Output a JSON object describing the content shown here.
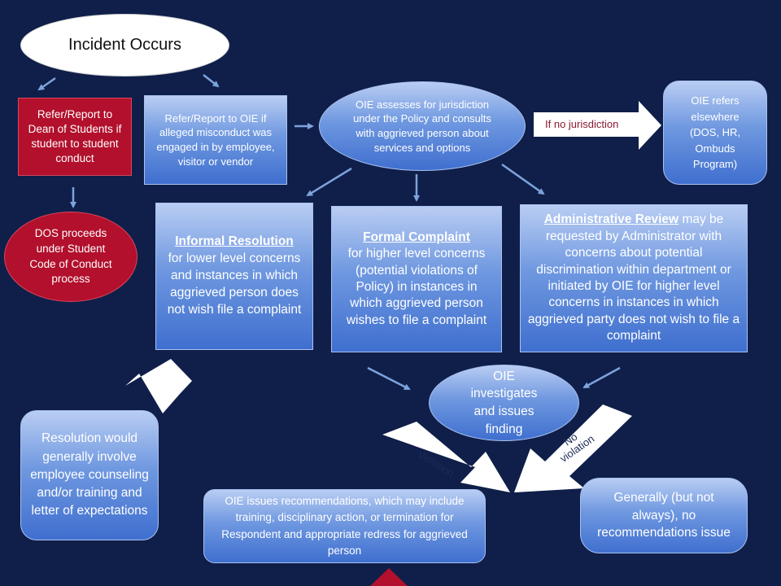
{
  "colors": {
    "background": "#0f1f4a",
    "red": "#b2102c",
    "blue": "#5c89dc",
    "link_arrow": "#7ea3dc",
    "no_jurisdiction_text": "#8b1a30"
  },
  "nodes": {
    "incident": "Incident Occurs",
    "refer_dos": "Refer/Report to Dean of Students if student to student conduct",
    "refer_oie": "Refer/Report to OIE if alleged misconduct was engaged in by employee, visitor or vendor",
    "oie_assesses": "OIE assesses for jurisdiction under the Policy and consults with aggrieved person about services and options",
    "no_jurisdiction": "If no jurisdiction",
    "oie_refers": "OIE refers elsewhere (DOS, HR, Ombuds Program)",
    "dos_proceeds": "DOS proceeds under Student Code of Conduct process",
    "informal_title": "Informal Resolution",
    "informal_body": "for lower level concerns and instances in which aggrieved person does not wish file a complaint",
    "formal_title": "Formal Complaint",
    "formal_body": "for higher level concerns (potential violations of Policy) in instances in which aggrieved person wishes to file a complaint",
    "admin_title": "Administrative Review",
    "admin_body": "may be requested by Administrator with concerns about potential discrimination within department or initiated  by OIE for higher level concerns in instances in which aggrieved party does not wish to file a complaint",
    "oie_investigates": "OIE investigates and issues finding",
    "violation": "Violation",
    "no_violation_1": "No",
    "no_violation_2": "violation",
    "resolution": "Resolution would generally involve employee counseling and/or training and letter of expectations",
    "recommendations": "OIE issues recommendations, which may include training, disciplinary action, or termination for Respondent and appropriate redress for aggrieved person",
    "no_recommendations": "Generally (but not always), no recommendations issue"
  }
}
